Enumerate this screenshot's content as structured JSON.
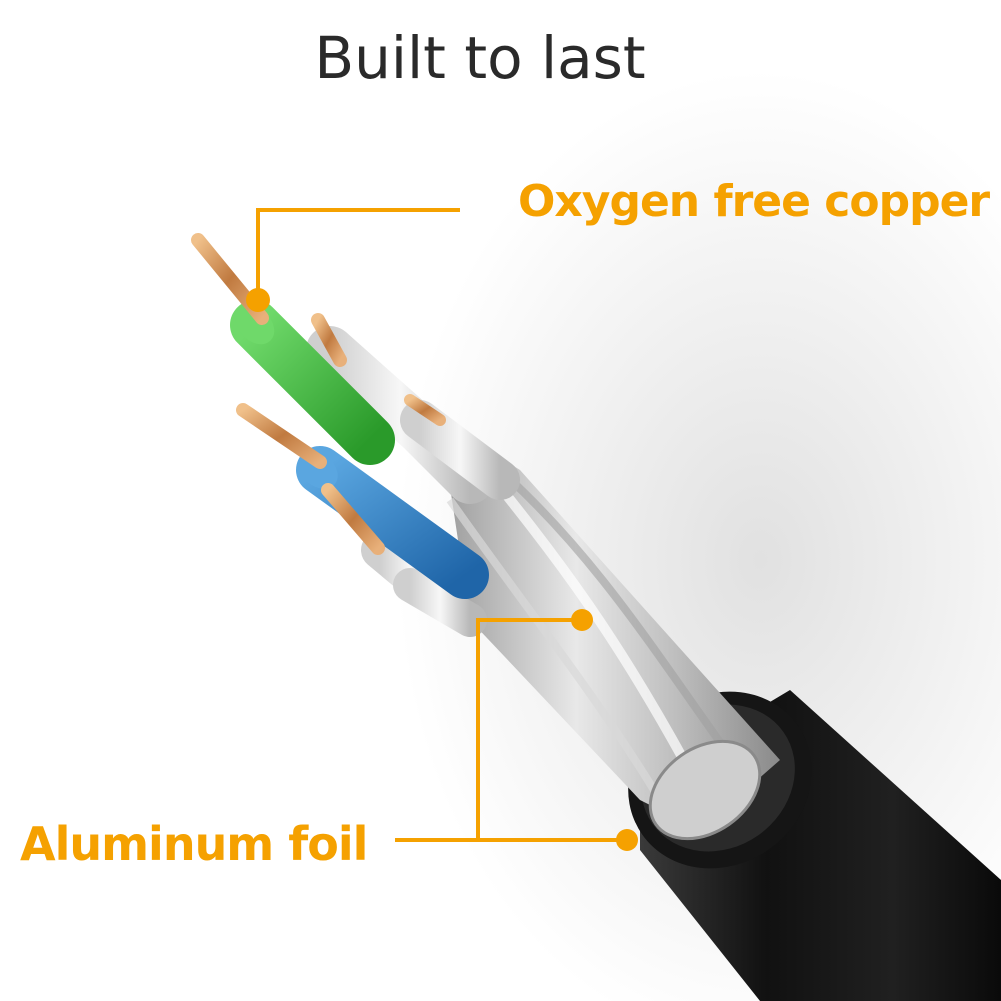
{
  "header": {
    "title": "Built to last"
  },
  "callouts": {
    "copper": {
      "label": "Oxygen free copper"
    },
    "foil": {
      "label": "Aluminum foil"
    }
  },
  "colors": {
    "accent": "#f5a100",
    "title": "#2a2a2a",
    "jacket": "#1a1a1a",
    "wire_green": "#3db33a",
    "wire_blue": "#2f7ec0",
    "copper": "#c88a52"
  }
}
